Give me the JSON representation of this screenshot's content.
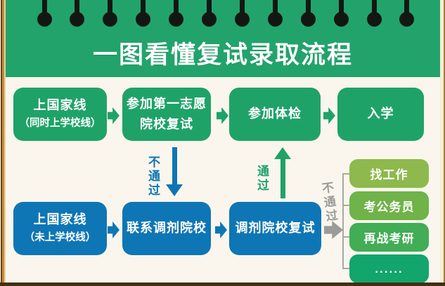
{
  "header": {
    "title": "一图看懂复试录取流程"
  },
  "flow": {
    "row1": [
      {
        "line1": "上国家线",
        "line2": "（同时上学校线）"
      },
      {
        "line1": "参加第一志愿",
        "line2": "院校复试"
      },
      {
        "line1": "参加体检"
      },
      {
        "line1": "入学"
      }
    ],
    "row2": [
      {
        "line1": "上国家线",
        "line2": "（未上学校线）"
      },
      {
        "line1": "联系调剂院校"
      },
      {
        "line1": "调剂院校复试"
      }
    ],
    "fail_down_label": "不通过",
    "pass_up_label": "通过",
    "fail_right_label": "不通过",
    "outcomes": [
      "找工作",
      "考公务员",
      "再战考研",
      "......"
    ]
  },
  "colors": {
    "header_green": "#22a36c",
    "box_green": "#1fa268",
    "blue": "#0e76b5",
    "gray": "#9b9b99",
    "bg": "#faf6ed",
    "outcomes": [
      "#8eb94d",
      "#6fb349",
      "#41ad55",
      "#12a56c"
    ]
  }
}
